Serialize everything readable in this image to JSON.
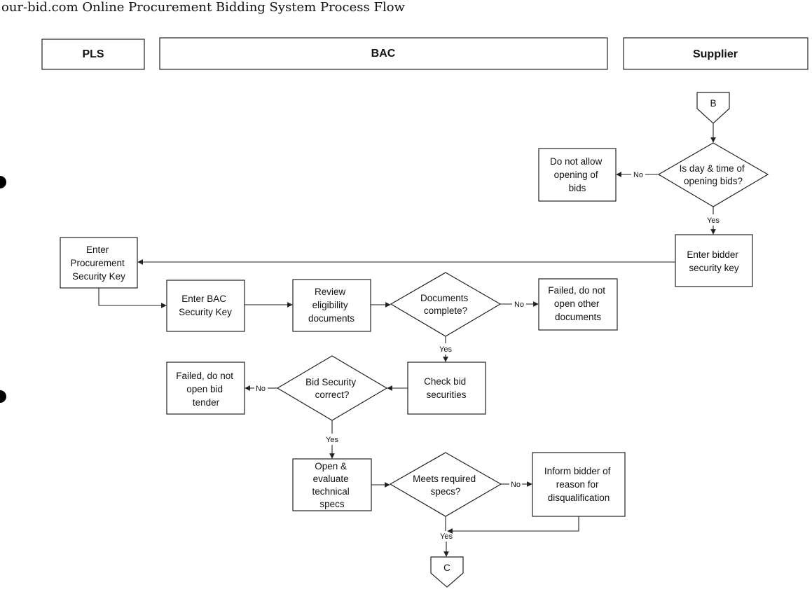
{
  "title": "our-bid.com Online Procurement Bidding System Process Flow",
  "lanes": {
    "pls": "PLS",
    "bac": "BAC",
    "supplier": "Supplier"
  },
  "connectors": {
    "b": "B",
    "c": "C"
  },
  "decisions": {
    "opening_time": [
      "Is day & time of",
      "opening bids?"
    ],
    "documents_complete": [
      "Documents",
      "complete?"
    ],
    "bid_security": [
      "Bid Security",
      "correct?"
    ],
    "meets_specs": [
      "Meets required",
      "specs?"
    ]
  },
  "processes": {
    "do_not_allow": [
      "Do not allow",
      "opening of",
      "bids"
    ],
    "enter_bidder_key": [
      "Enter bidder",
      "security key"
    ],
    "enter_procurement_key": [
      "Enter",
      "Procurement",
      "Security Key"
    ],
    "enter_bac_key": [
      "Enter BAC",
      "Security Key"
    ],
    "review_eligibility": [
      "Review",
      "eligibility",
      "documents"
    ],
    "failed_docs": [
      "Failed, do not",
      "open other",
      "documents"
    ],
    "check_bid_securities": [
      "Check bid",
      "securities"
    ],
    "failed_bid": [
      "Failed, do not",
      "open bid",
      "tender"
    ],
    "open_evaluate": [
      "Open &",
      "evaluate",
      "technical",
      "specs"
    ],
    "inform_bidder": [
      "Inform bidder of",
      "reason for",
      "disqualification"
    ]
  },
  "edge_labels": {
    "yes": "Yes",
    "no": "No"
  }
}
